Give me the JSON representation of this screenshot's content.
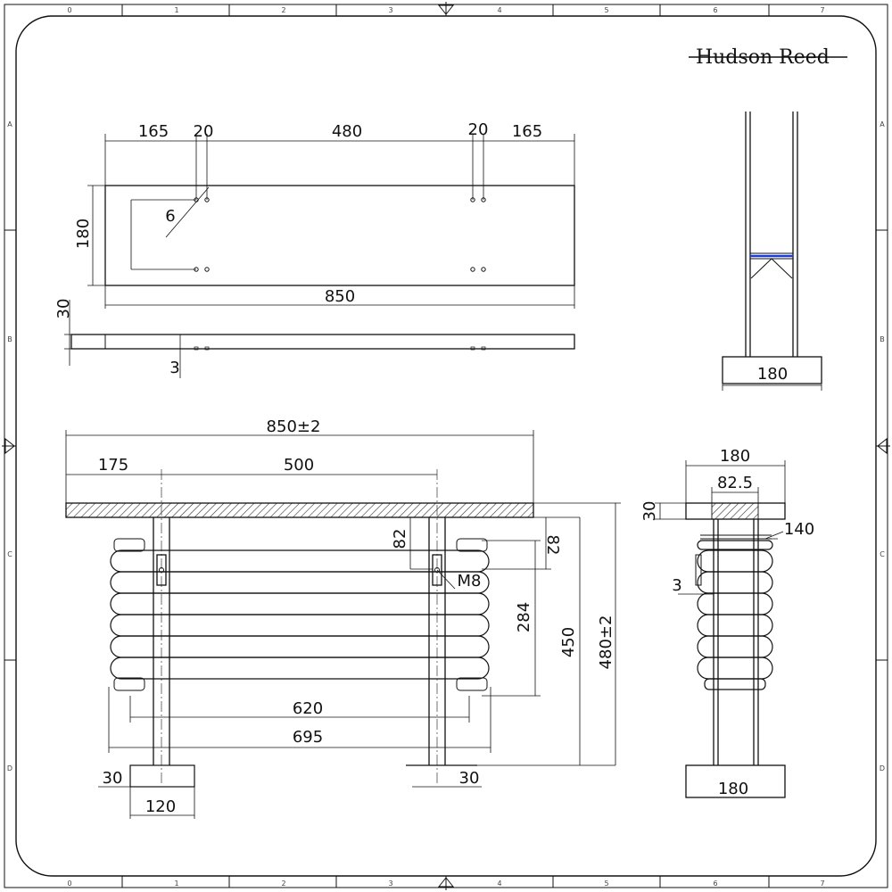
{
  "brand": {
    "name": "Hudson Reed"
  },
  "frame": {
    "col_labels": [
      "0",
      "1",
      "2",
      "3",
      "4",
      "5",
      "6",
      "7"
    ],
    "row_labels": [
      "A",
      "B",
      "C",
      "D"
    ]
  },
  "top_view": {
    "dims": {
      "left_margin": "165",
      "left_gap": "20",
      "centre_span": "480",
      "right_gap": "20",
      "right_margin": "165",
      "hole_dia": "6",
      "depth": "180",
      "overall_length": "850",
      "thickness": "30",
      "plate": "3"
    }
  },
  "side_view_top": {
    "dims": {
      "depth": "180"
    }
  },
  "front_view": {
    "dims": {
      "overall_length": "850±2",
      "offset": "175",
      "leg_centres": "500",
      "top_drop_left": "82",
      "top_drop_right": "82",
      "thread": "M8",
      "tube_span": "284",
      "height": "450",
      "overall_height": "480±2",
      "inner_width": "620",
      "outer_width": "695",
      "foot_left": "30",
      "foot_right": "30",
      "foot_length": "120"
    }
  },
  "end_view": {
    "dims": {
      "shelf_depth": "180",
      "bracket": "82.5",
      "shelf_thickness": "30",
      "rail_depth": "140",
      "plate": "3",
      "foot_depth": "180"
    }
  },
  "colors": {
    "line": "#111111",
    "accent": "#1a3bd6",
    "hatch": "#333333"
  }
}
